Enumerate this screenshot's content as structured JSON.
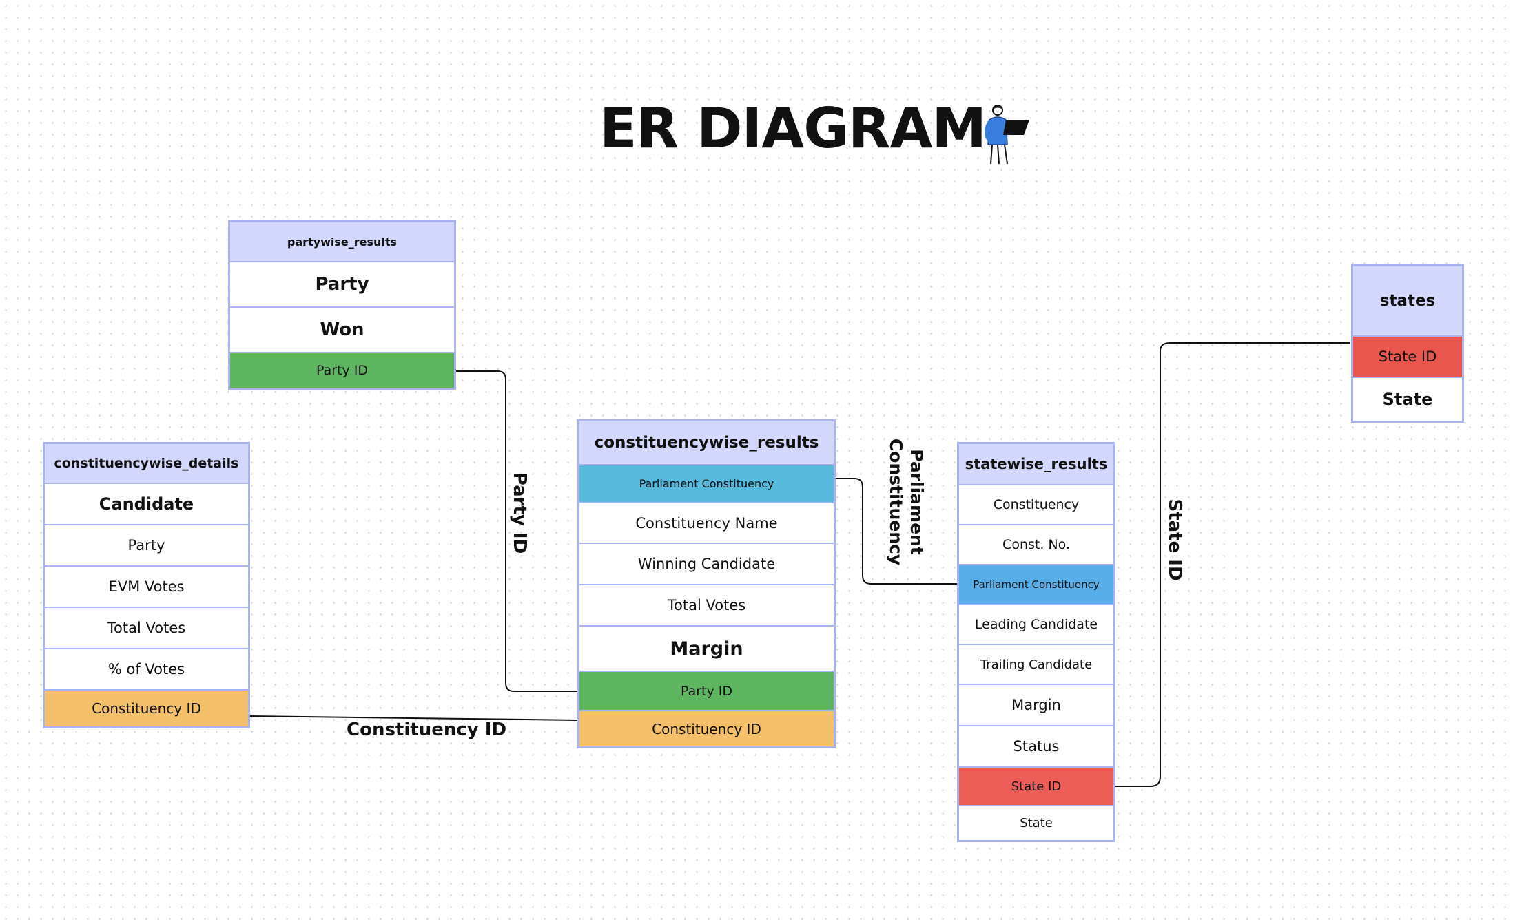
{
  "title": "ER DIAGRAM",
  "icon": "person-with-laptop-icon",
  "colors": {
    "header": "#d3d7fb",
    "border": "#a8b3f0",
    "party_id": "#5eb560",
    "constituency_id": "#f4c06a",
    "state_id": "#e8564e",
    "parliament_constituency": "#57b9dc"
  },
  "entities": {
    "partywise_results": {
      "name": "partywise_results",
      "fields": [
        "Party",
        "Won",
        "Party ID"
      ]
    },
    "constituencywise_details": {
      "name": "constituencywise_details",
      "fields": [
        "Candidate",
        "Party",
        "EVM Votes",
        "Total Votes",
        "% of Votes",
        "Constituency ID"
      ]
    },
    "constituencywise_results": {
      "name": "constituencywise_results",
      "fields": [
        "Parliament Constituency",
        "Constituency Name",
        "Winning Candidate",
        "Total Votes",
        "Margin",
        "Party ID",
        "Constituency ID"
      ]
    },
    "statewise_results": {
      "name": "statewise_results",
      "fields": [
        "Constituency",
        "Const. No.",
        "Parliament Constituency",
        "Leading Candidate",
        "Trailing Candidate",
        "Margin",
        "Status",
        "State ID",
        "State"
      ]
    },
    "states": {
      "name": "states",
      "fields": [
        "State ID",
        "State"
      ]
    }
  },
  "relationships": {
    "party_id": "Party ID",
    "constituency_id": "Constituency ID",
    "parliament_constituency": "Parliament Constituency",
    "state_id": "State ID"
  }
}
